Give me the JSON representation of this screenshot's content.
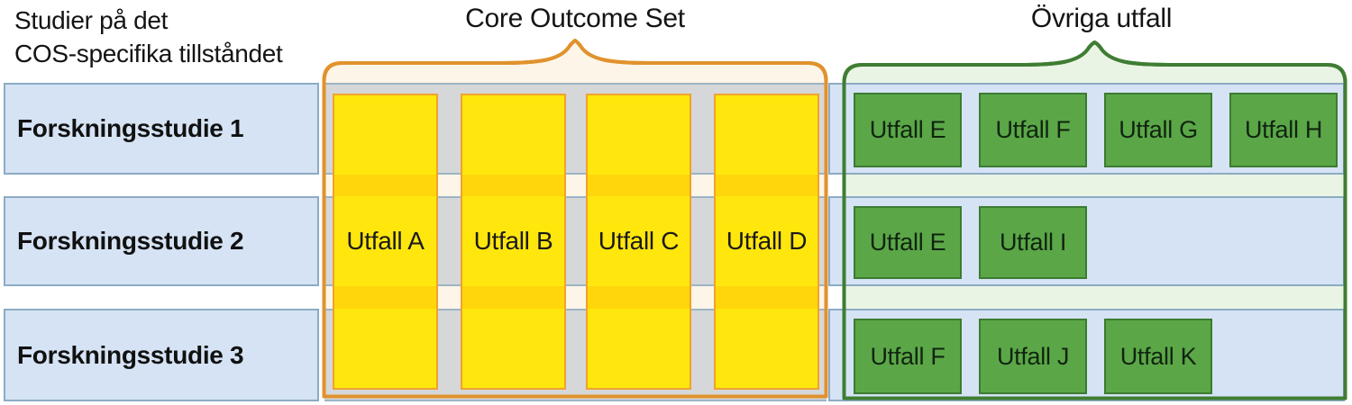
{
  "header": {
    "left_line1": "Studier på det",
    "left_line2": "COS-specifika tillståndet",
    "cos_title": "Core Outcome Set",
    "other_title": "Övriga utfall"
  },
  "cos_columns": [
    "Utfall A",
    "Utfall B",
    "Utfall C",
    "Utfall D"
  ],
  "rows": [
    {
      "label": "Forskningsstudie 1",
      "other_outcomes": [
        "Utfall E",
        "Utfall F",
        "Utfall G",
        "Utfall H"
      ]
    },
    {
      "label": "Forskningsstudie 2",
      "other_outcomes": [
        "Utfall E",
        "Utfall I"
      ]
    },
    {
      "label": "Forskningsstudie 3",
      "other_outcomes": [
        "Utfall F",
        "Utfall J",
        "Utfall K"
      ]
    }
  ],
  "colors": {
    "row_fill": "#d5e3f4",
    "row_border": "#8cabc4",
    "cos_band_fill": "#d6d7d9",
    "yellow_box_fill": "#ffe70d",
    "yellow_connector_fill": "#ffd60b",
    "yellow_box_border": "#efa32c",
    "cos_region_outline": "#e0922d",
    "cos_region_fill": "#fdf5e8",
    "green_box_fill": "#5ba748",
    "green_box_border": "#3c7b31",
    "other_region_outline": "#3f7d33",
    "other_region_fill": "#eaf4e4"
  }
}
